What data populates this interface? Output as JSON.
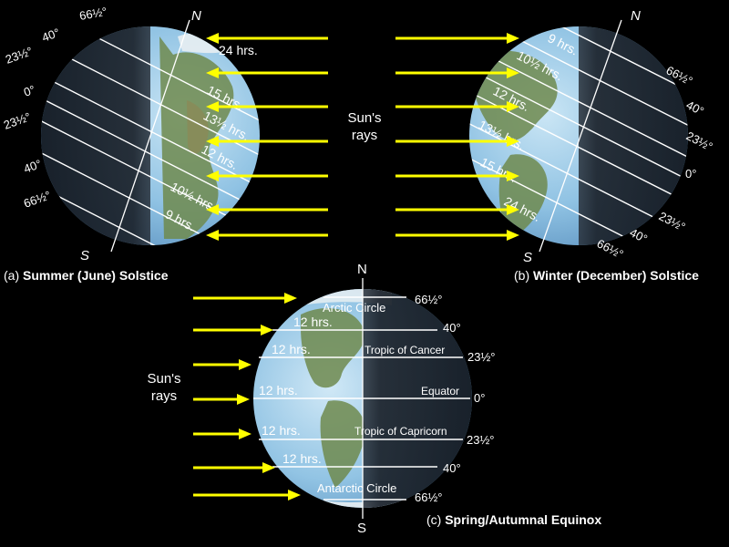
{
  "summer": {
    "letter": "(a)",
    "title": "Summer (June) Solstice",
    "pole_n": "N",
    "pole_s": "S",
    "day_lengths": [
      "24 hrs.",
      "15 hrs.",
      "13½ hrs.",
      "12 hrs.",
      "10½ hrs.",
      "9 hrs."
    ],
    "latitudes": [
      "66½°",
      "40°",
      "23½°",
      "0°",
      "23½°",
      "40°",
      "66½°"
    ]
  },
  "winter": {
    "letter": "(b)",
    "title": "Winter (December) Solstice",
    "pole_n": "N",
    "pole_s": "S",
    "day_lengths": [
      "9 hrs.",
      "10½ hrs.",
      "12 hrs.",
      "13½ hrs.",
      "15 hrs.",
      "24 hrs."
    ],
    "latitudes": [
      "66½°",
      "40°",
      "23½°",
      "0°",
      "23½°",
      "40°",
      "66½°"
    ]
  },
  "equinox": {
    "letter": "(c)",
    "title": "Spring/Autumnal Equinox",
    "pole_n": "N",
    "pole_s": "S",
    "circles": [
      "Arctic Circle",
      "Tropic of Cancer",
      "Equator",
      "Tropic of Capricorn",
      "Antarctic Circle"
    ],
    "day_lengths": [
      "12 hrs.",
      "12 hrs.",
      "12 hrs.",
      "12 hrs.",
      "12 hrs."
    ],
    "latitudes": [
      "66½°",
      "40°",
      "23½°",
      "0°",
      "23½°",
      "40°",
      "66½°"
    ]
  },
  "rays_label_top": [
    "Sun's",
    "rays"
  ],
  "rays_label_bottom": [
    "Sun's",
    "rays"
  ],
  "colors": {
    "ray": "#ffff00",
    "ocean_lit": "#8fc7e8",
    "night": "#1a1f26",
    "line": "#ffffff",
    "text": "#ffffff"
  }
}
